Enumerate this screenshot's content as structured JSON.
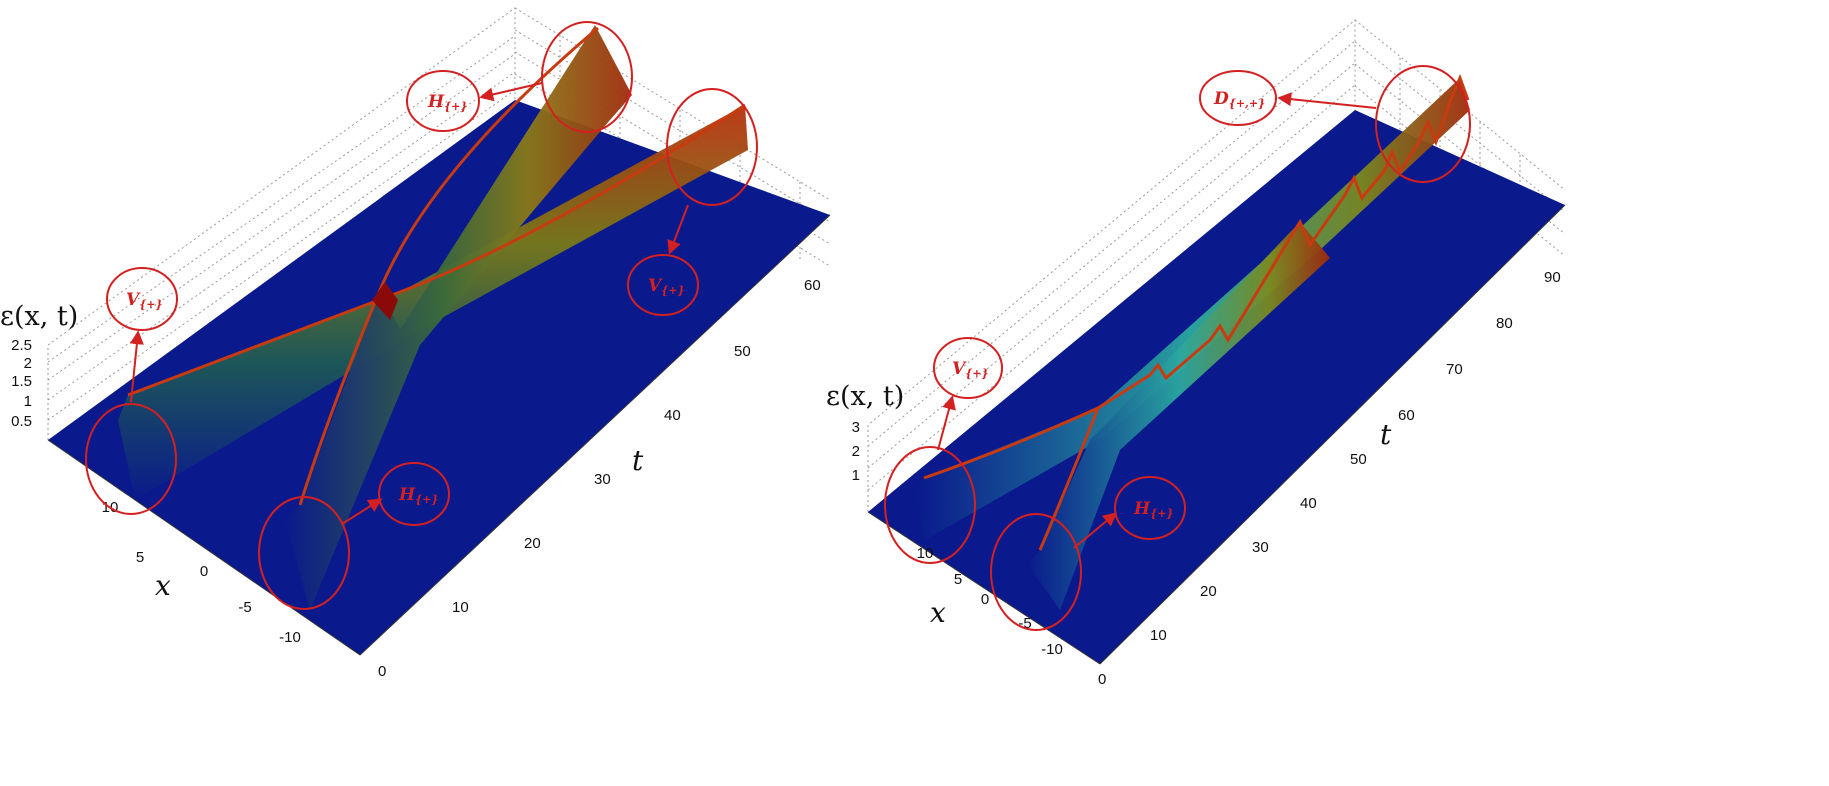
{
  "chart_data": [
    {
      "type": "surface",
      "zlabel": "ε(x, t)",
      "xlabel": "x",
      "tlabel": "t",
      "z_ticks": [
        "0.5",
        "1",
        "1.5",
        "2",
        "2.5"
      ],
      "x_ticks": [
        "10",
        "5",
        "0",
        "-5",
        "-10"
      ],
      "t_ticks": [
        "0",
        "10",
        "20",
        "30",
        "40",
        "50",
        "60"
      ],
      "series": [
        {
          "name": "V",
          "x_start": 10,
          "x_end": -5,
          "t_start": 0,
          "t_end": 68,
          "amplitude": 1.4
        },
        {
          "name": "H",
          "x_start": -10,
          "x_end": 5,
          "t_start": 0,
          "t_end": 68,
          "amplitude": 1.6
        }
      ],
      "annotations": [
        {
          "main": "H",
          "sub": "{+}"
        },
        {
          "main": "V",
          "sub": "{+}"
        },
        {
          "main": "V",
          "sub": "{+}"
        },
        {
          "main": "H",
          "sub": "{+}"
        }
      ]
    },
    {
      "type": "surface",
      "zlabel": "ε(x, t)",
      "xlabel": "x",
      "tlabel": "t",
      "z_ticks": [
        "1",
        "2",
        "3"
      ],
      "x_ticks": [
        "10",
        "5",
        "0",
        "-5",
        "-10"
      ],
      "t_ticks": [
        "0",
        "10",
        "20",
        "30",
        "40",
        "50",
        "60",
        "70",
        "80",
        "90"
      ],
      "series": [
        {
          "name": "V",
          "x_start": 10,
          "x_end": 0,
          "t_start": 0,
          "t_end": 98,
          "amplitude": 1.2
        },
        {
          "name": "H",
          "x_start": -10,
          "x_end": 0,
          "t_start": 0,
          "t_end": 98,
          "amplitude": 1.4
        }
      ],
      "annotations": [
        {
          "main": "D",
          "sub": "{+,+}"
        },
        {
          "main": "V",
          "sub": "{+}"
        },
        {
          "main": "H",
          "sub": "{+}"
        }
      ]
    }
  ],
  "colors": {
    "surface_floor": "#0a1a8c",
    "peak": "#c0200a",
    "annotation": "#d42020"
  }
}
